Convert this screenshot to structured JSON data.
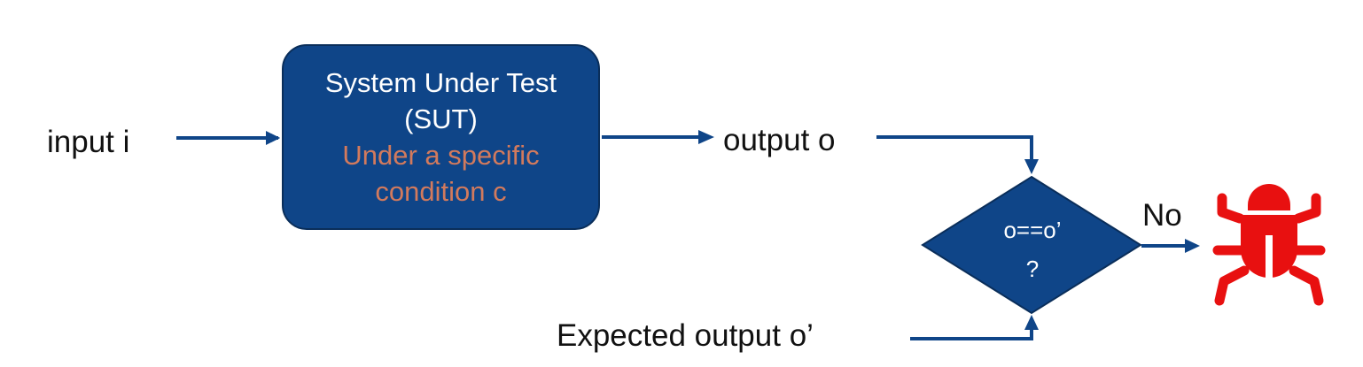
{
  "input": {
    "label": "input i"
  },
  "sut": {
    "title": "System Under Test",
    "abbr": "(SUT)",
    "condition_line1": "Under a specific",
    "condition_line2": "condition c"
  },
  "output": {
    "label": "output o"
  },
  "expected": {
    "label": "Expected output o’"
  },
  "decision": {
    "question_line1": "o==o’",
    "question_line2": "?"
  },
  "no_branch": {
    "label": "No"
  },
  "colors": {
    "box_fill": "#0f4588",
    "arrow": "#0f4588",
    "condition_text": "#d27a5d",
    "bug": "#e81010"
  },
  "icons": {
    "result": "bug-icon"
  }
}
